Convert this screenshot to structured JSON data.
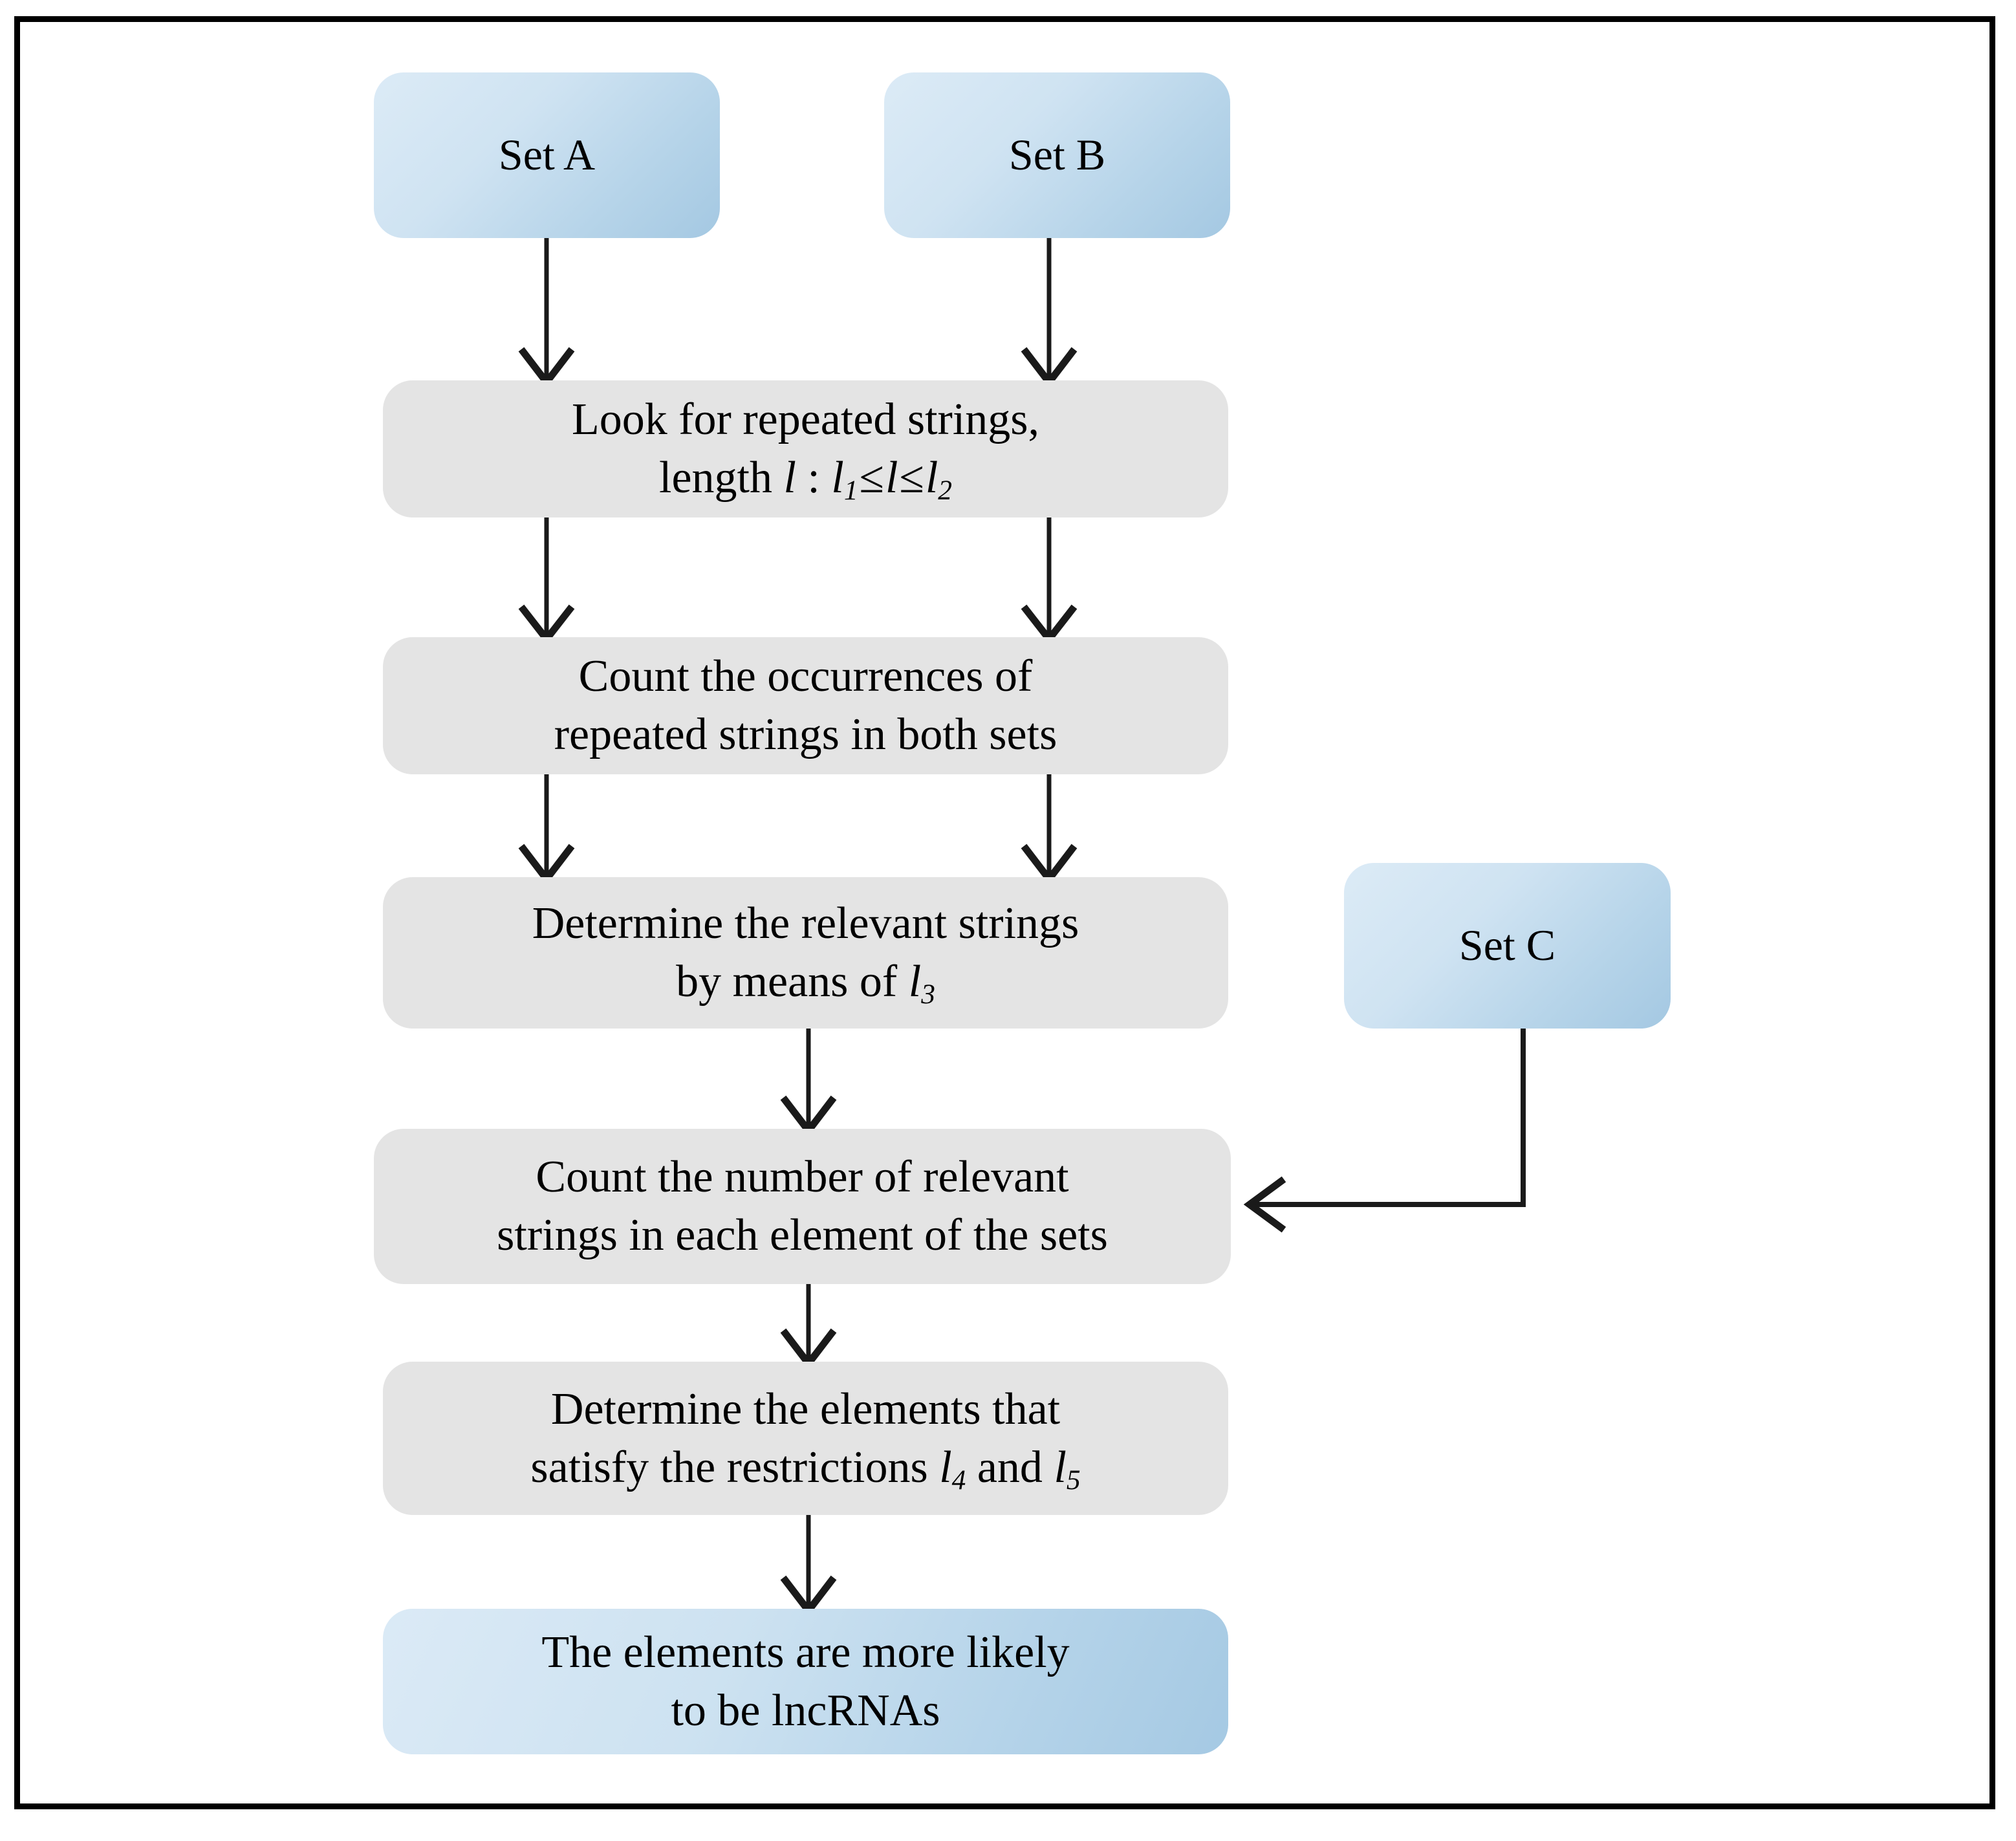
{
  "diagram": {
    "title": "lncRNA identification workflow flowchart",
    "frame": {
      "border_color": "#000000"
    },
    "palette": {
      "input_fill_light": "#dcebf6",
      "input_fill_dark": "#a4c8e2",
      "process_fill": "#e4e4e4",
      "terminal_fill_light": "#dbeaf6",
      "terminal_fill_dark": "#a5c9e3",
      "edge_color": "#1a1a1a",
      "text_color": "#000000"
    },
    "nodes": [
      {
        "id": "set-a",
        "type": "input",
        "label": "Set A"
      },
      {
        "id": "set-b",
        "type": "input",
        "label": "Set B"
      },
      {
        "id": "set-c",
        "type": "input",
        "label": "Set C"
      },
      {
        "id": "look-for-repeated-strings",
        "type": "process",
        "line1": "Look for repeated strings,",
        "line2_prefix": "length ",
        "var_l": "l",
        "colon": " : ",
        "var_l1": "l",
        "sub1": "1",
        "le1": "≤",
        "var_l_mid": "l",
        "le2": "≤",
        "var_l2": "l",
        "sub2": "2",
        "plain": "Look for repeated strings, length l : l1 ≤ l ≤ l2"
      },
      {
        "id": "count-occurrences",
        "type": "process",
        "line1": "Count the occurrences of",
        "line2": "repeated strings in both sets",
        "plain": "Count the occurrences of repeated strings in both sets"
      },
      {
        "id": "determine-relevant-strings",
        "type": "process",
        "line1": "Determine the relevant strings",
        "line2_prefix": "by means of ",
        "var_l3": "l",
        "sub3": "3",
        "plain": "Determine the relevant strings by means of l3"
      },
      {
        "id": "count-relevant-strings",
        "type": "process",
        "line1": "Count the number of relevant",
        "line2": "strings in each element of the sets",
        "plain": "Count the number of relevant strings in each element of the sets"
      },
      {
        "id": "determine-elements-restrictions",
        "type": "process",
        "line1": "Determine the elements that",
        "line2_prefix": "satisfy the restrictions ",
        "var_l4": "l",
        "sub4": "4",
        "and": " and ",
        "var_l5": "l",
        "sub5": "5",
        "plain": "Determine the elements that satisfy the restrictions l4 and l5"
      },
      {
        "id": "result-lncrnas",
        "type": "terminal",
        "line1": "The elements are more likely",
        "line2": "to be lncRNAs",
        "plain": "The elements are more likely to be lncRNAs"
      }
    ],
    "edges": [
      {
        "from": "set-a",
        "to": "look-for-repeated-strings",
        "arrow": "down"
      },
      {
        "from": "set-b",
        "to": "look-for-repeated-strings",
        "arrow": "down"
      },
      {
        "from": "look-for-repeated-strings",
        "to": "count-occurrences",
        "arrow": "down",
        "lanes": 2
      },
      {
        "from": "count-occurrences",
        "to": "determine-relevant-strings",
        "arrow": "down",
        "lanes": 2
      },
      {
        "from": "determine-relevant-strings",
        "to": "count-relevant-strings",
        "arrow": "down"
      },
      {
        "from": "set-c",
        "to": "count-relevant-strings",
        "arrow": "left",
        "routing": "elbow"
      },
      {
        "from": "count-relevant-strings",
        "to": "determine-elements-restrictions",
        "arrow": "down"
      },
      {
        "from": "determine-elements-restrictions",
        "to": "result-lncrnas",
        "arrow": "down"
      }
    ]
  }
}
